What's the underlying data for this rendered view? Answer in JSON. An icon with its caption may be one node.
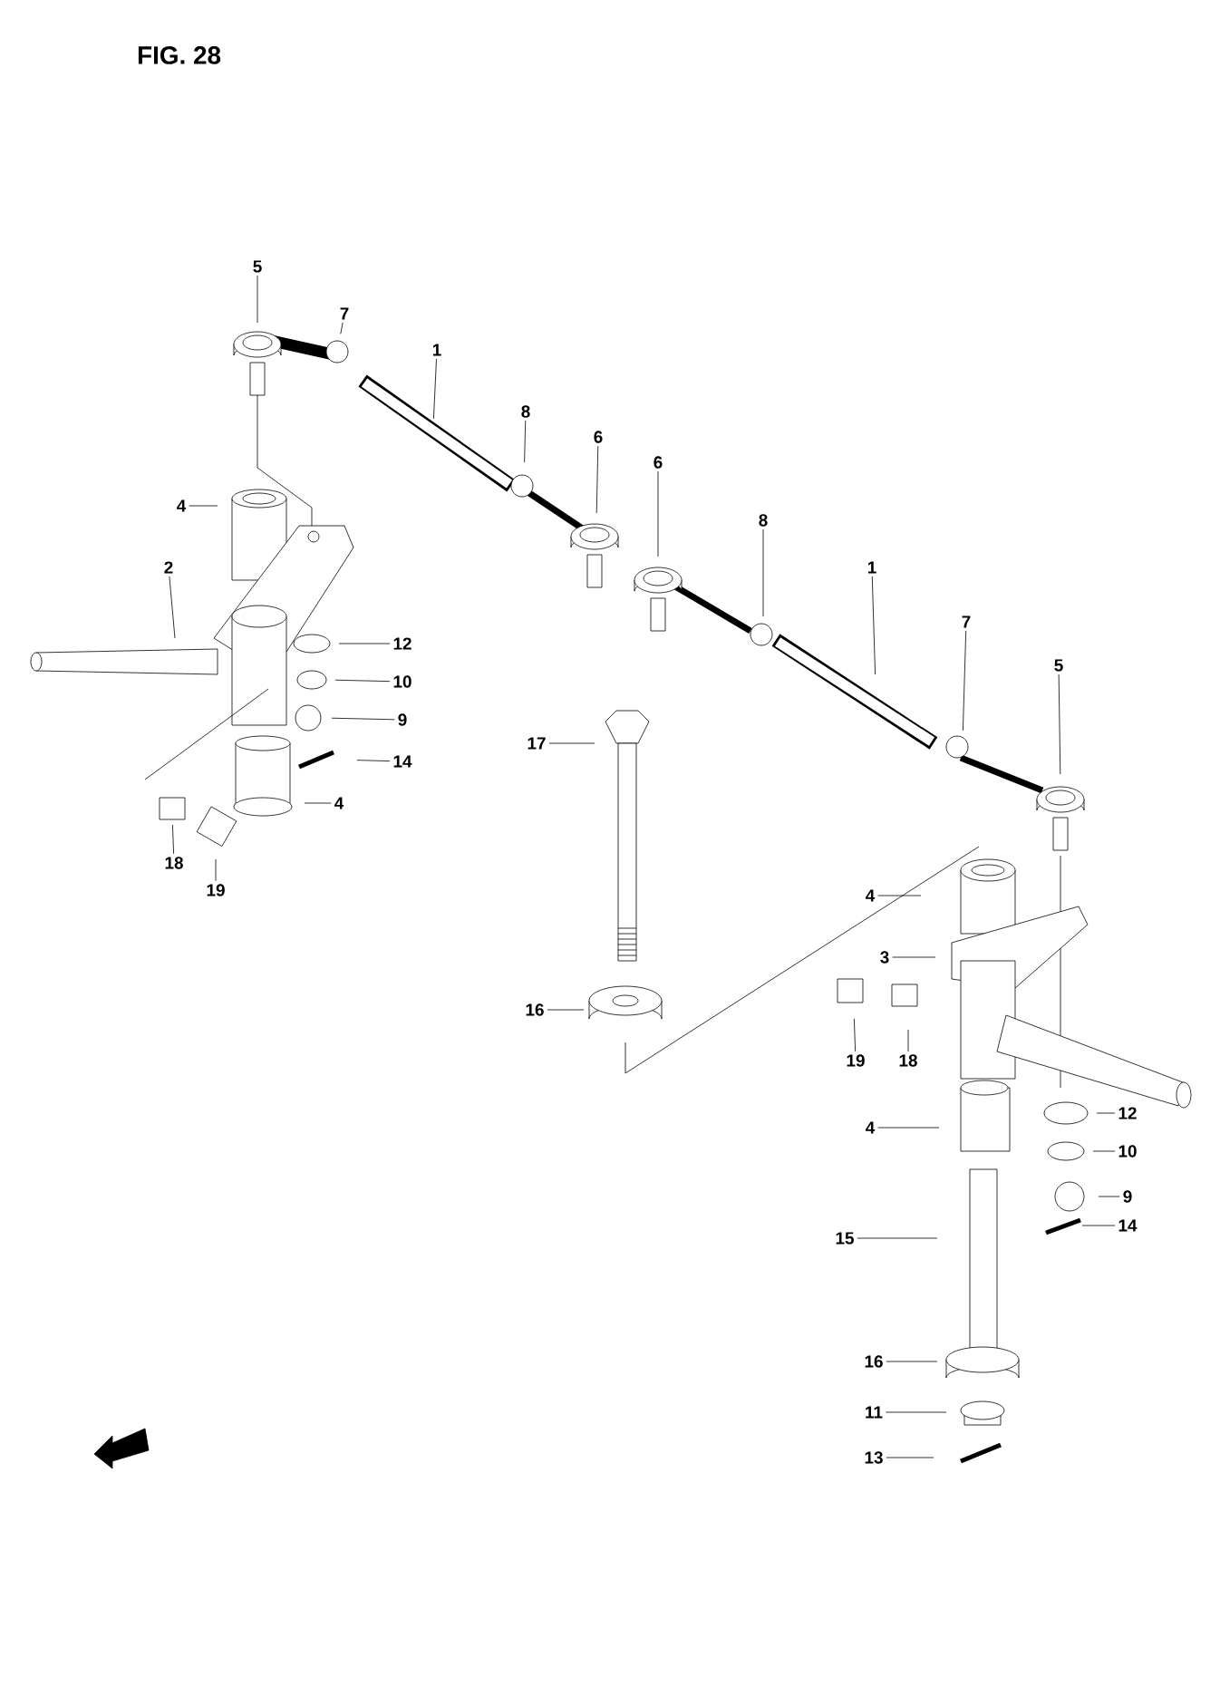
{
  "diagram": {
    "title": "FIG. 28",
    "nodes": [
      {
        "text": [
          "5"
        ]
      },
      {
        "text": [
          "7"
        ]
      },
      {
        "text": [
          "1"
        ]
      },
      {
        "text": [
          "8"
        ]
      },
      {
        "text": [
          "6"
        ]
      },
      {
        "text": [
          "6"
        ]
      },
      {
        "text": [
          "8"
        ]
      },
      {
        "text": [
          "1"
        ]
      },
      {
        "text": [
          "7"
        ]
      },
      {
        "text": [
          "5"
        ]
      },
      {
        "text": [
          "4"
        ]
      },
      {
        "text": [
          "2"
        ]
      },
      {
        "text": [
          "12"
        ]
      },
      {
        "text": [
          "10"
        ]
      },
      {
        "text": [
          "9"
        ]
      },
      {
        "text": [
          "14"
        ]
      },
      {
        "text": [
          "4"
        ]
      },
      {
        "text": [
          "18"
        ]
      },
      {
        "text": [
          "19"
        ]
      },
      {
        "text": [
          "17"
        ]
      },
      {
        "text": [
          "4"
        ]
      },
      {
        "text": [
          "3"
        ]
      },
      {
        "text": [
          "16"
        ]
      },
      {
        "text": [
          "19"
        ]
      },
      {
        "text": [
          "18"
        ]
      },
      {
        "text": [
          "4"
        ]
      },
      {
        "text": [
          "12"
        ]
      },
      {
        "text": [
          "10"
        ]
      },
      {
        "text": [
          "9"
        ]
      },
      {
        "text": [
          "14"
        ]
      },
      {
        "text": [
          "15"
        ]
      },
      {
        "text": [
          "16"
        ]
      },
      {
        "text": [
          "11"
        ]
      },
      {
        "text": [
          "13"
        ]
      }
    ],
    "edges": [
      {
        "from": 0,
        "to": null,
        "arrow": "none"
      },
      {
        "from": 1,
        "to": null,
        "arrow": "none"
      },
      {
        "from": 2,
        "to": null,
        "arrow": "none"
      },
      {
        "from": 3,
        "to": null,
        "arrow": "none"
      },
      {
        "from": 4,
        "to": null,
        "arrow": "none"
      },
      {
        "from": 5,
        "to": null,
        "arrow": "none"
      },
      {
        "from": 6,
        "to": null,
        "arrow": "none"
      },
      {
        "from": 7,
        "to": null,
        "arrow": "none"
      },
      {
        "from": 8,
        "to": null,
        "arrow": "none"
      },
      {
        "from": 9,
        "to": null,
        "arrow": "none"
      },
      {
        "from": 10,
        "to": null,
        "arrow": "none"
      },
      {
        "from": 11,
        "to": null,
        "arrow": "none"
      },
      {
        "from": 12,
        "to": null,
        "arrow": "none"
      },
      {
        "from": 13,
        "to": null,
        "arrow": "none"
      },
      {
        "from": 14,
        "to": null,
        "arrow": "none"
      },
      {
        "from": 15,
        "to": null,
        "arrow": "none"
      },
      {
        "from": 16,
        "to": null,
        "arrow": "none"
      },
      {
        "from": 17,
        "to": null,
        "arrow": "none"
      },
      {
        "from": 18,
        "to": null,
        "arrow": "none"
      },
      {
        "from": 19,
        "to": null,
        "arrow": "none"
      },
      {
        "from": 20,
        "to": null,
        "arrow": "none"
      },
      {
        "from": 21,
        "to": null,
        "arrow": "none"
      },
      {
        "from": 22,
        "to": null,
        "arrow": "none"
      },
      {
        "from": 23,
        "to": null,
        "arrow": "none"
      },
      {
        "from": 24,
        "to": null,
        "arrow": "none"
      },
      {
        "from": 25,
        "to": null,
        "arrow": "none"
      },
      {
        "from": 26,
        "to": null,
        "arrow": "none"
      },
      {
        "from": 27,
        "to": null,
        "arrow": "none"
      },
      {
        "from": 28,
        "to": null,
        "arrow": "none"
      },
      {
        "from": 29,
        "to": null,
        "arrow": "none"
      },
      {
        "from": 30,
        "to": null,
        "arrow": "none"
      },
      {
        "from": 31,
        "to": null,
        "arrow": "none"
      },
      {
        "from": 32,
        "to": null,
        "arrow": "none"
      },
      {
        "from": 33,
        "to": null,
        "arrow": "none"
      }
    ]
  }
}
